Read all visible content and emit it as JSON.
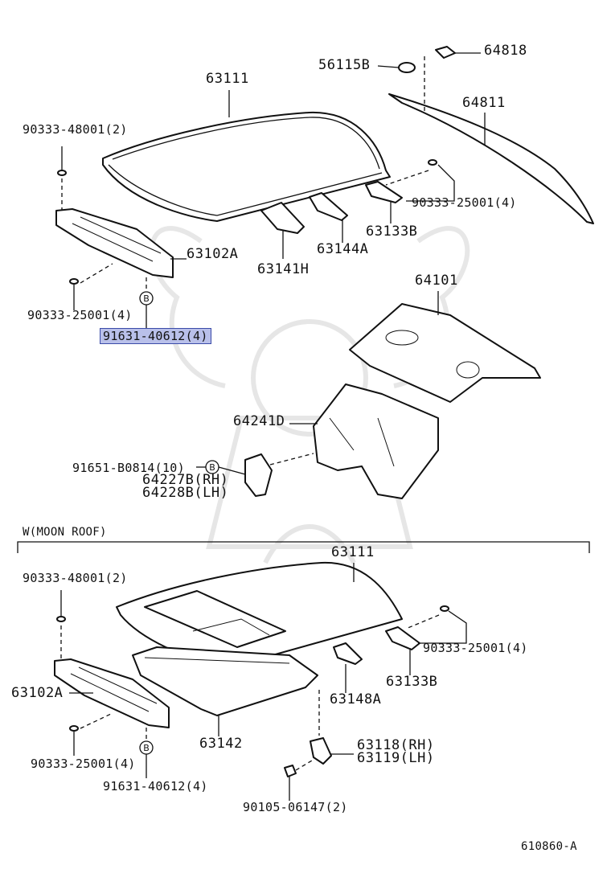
{
  "diagram_id": "610860-A",
  "section_moon_roof": "W(MOON ROOF)",
  "bolt_marker": "B",
  "upper": {
    "p63111": "63111",
    "p56115B": "56115B",
    "p64818": "64818",
    "p64811": "64811",
    "p90333_48001": "90333-48001(2)",
    "p90333_25001_right": "90333-25001(4)",
    "p63133B": "63133B",
    "p63144A": "63144A",
    "p63141H": "63141H",
    "p63102A": "63102A",
    "p90333_25001_left": "90333-25001(4)",
    "p91631_40612": "91631-40612(4)",
    "p64101": "64101",
    "p64241D": "64241D",
    "p91651_B0814": "91651-B0814(10)",
    "p64227B": "64227B(RH)",
    "p64228B": "64228B(LH)"
  },
  "lower": {
    "p63111": "63111",
    "p90333_48001": "90333-48001(2)",
    "p90333_25001_right": "90333-25001(4)",
    "p63102A": "63102A",
    "p63133B": "63133B",
    "p63148A": "63148A",
    "p63142": "63142",
    "p90333_25001_left": "90333-25001(4)",
    "p91631_40612": "91631-40612(4)",
    "p63118": "63118(RH)",
    "p63119": "63119(LH)",
    "p90105_06147": "90105-06147(2)"
  }
}
